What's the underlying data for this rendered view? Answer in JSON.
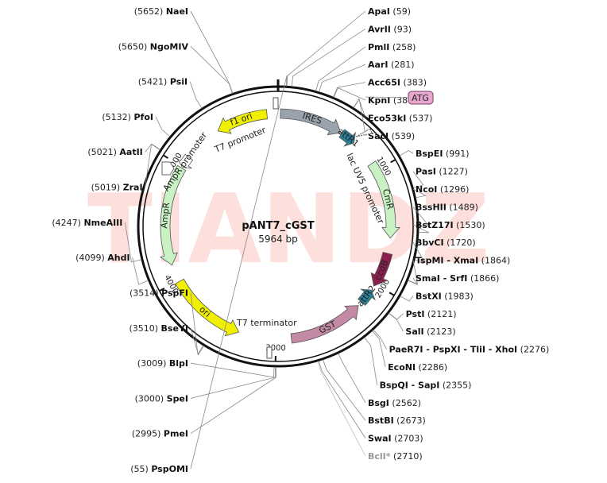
{
  "map": {
    "name": "pANT7_cGST",
    "length": "5964 bp",
    "total_bp": 5964,
    "watermark": "TIANDZ"
  },
  "ticks": [
    {
      "pos": 1000,
      "label": "1000"
    },
    {
      "pos": 2000,
      "label": "2000"
    },
    {
      "pos": 3000,
      "label": "3000"
    },
    {
      "pos": 4000,
      "label": "4000"
    },
    {
      "pos": 5000,
      "label": "5000"
    }
  ],
  "features": [
    {
      "name": "IRES",
      "label": "IRES",
      "start": 20,
      "end": 560,
      "dir": 1,
      "r": 142,
      "color": "#9aa3ad"
    },
    {
      "name": "attR1",
      "label": "attR1",
      "start": 570,
      "end": 700,
      "dir": 1,
      "r": 142,
      "color": "#2b7f96"
    },
    {
      "name": "CmR",
      "label": "CmR",
      "start": 930,
      "end": 1590,
      "dir": 1,
      "r": 142,
      "color": "#c9f2c4"
    },
    {
      "name": "ccdB",
      "label": "ccdB",
      "start": 1720,
      "end": 2020,
      "dir": 1,
      "r": 142,
      "color": "#8b1f4e"
    },
    {
      "name": "attR2",
      "label": "attR2",
      "start": 2060,
      "end": 2190,
      "dir": -1,
      "r": 142,
      "color": "#2b7f96"
    },
    {
      "name": "GST",
      "label": "GST",
      "start": 2230,
      "end": 2870,
      "dir": -1,
      "r": 142,
      "color": "#c48aa5"
    },
    {
      "name": "ori",
      "label": "ori",
      "start": 3320,
      "end": 3990,
      "dir": -1,
      "r": 142,
      "color": "#f0f000"
    },
    {
      "name": "AmpR",
      "label": "AmpR",
      "start": 4140,
      "end": 4990,
      "dir": -1,
      "r": 142,
      "color": "#c9f2c4"
    },
    {
      "name": "AmpR promoter",
      "label": "AmpR promoter",
      "start": 5000,
      "end": 5100,
      "dir": -1,
      "r": 142,
      "color": "#ffffff"
    },
    {
      "name": "f1 ori",
      "label": "f1 ori",
      "start": 5430,
      "end": 5870,
      "dir": -1,
      "r": 142,
      "color": "#f0f000"
    }
  ],
  "feature_text": [
    {
      "name": "T7 promoter",
      "text": "T7 promoter"
    },
    {
      "name": "lac UV5 promoter",
      "text": "lac UV5 promoter"
    },
    {
      "name": "T7 terminator",
      "text": "T7 terminator"
    },
    {
      "name": "ATG",
      "text": "ATG"
    }
  ],
  "sites": [
    {
      "name": "PspOMI",
      "pos": "(55)",
      "side": "left",
      "bp": 55
    },
    {
      "name": "ApaI",
      "pos": "(59)",
      "side": "right",
      "bp": 59
    },
    {
      "name": "AvrII",
      "pos": "(93)",
      "side": "right",
      "bp": 93
    },
    {
      "name": "PmlI",
      "pos": "(258)",
      "side": "right",
      "bp": 258
    },
    {
      "name": "AarI",
      "pos": "(281)",
      "side": "right",
      "bp": 281
    },
    {
      "name": "Acc65I",
      "pos": "(383)",
      "side": "right",
      "bp": 383
    },
    {
      "name": "KpnI",
      "pos": "(387)",
      "side": "right",
      "bp": 387
    },
    {
      "name": "Eco53kI",
      "pos": "(537)",
      "side": "right",
      "bp": 537
    },
    {
      "name": "SacI",
      "pos": "(539)",
      "side": "right",
      "bp": 539
    },
    {
      "name": "BspEI",
      "pos": "(991)",
      "side": "right",
      "bp": 991
    },
    {
      "name": "PasI",
      "pos": "(1227)",
      "side": "right",
      "bp": 1227
    },
    {
      "name": "NcoI",
      "pos": "(1296)",
      "side": "right",
      "bp": 1296
    },
    {
      "name": "BssHII",
      "pos": "(1489)",
      "side": "right",
      "bp": 1489
    },
    {
      "name": "BstZ17I",
      "pos": "(1530)",
      "side": "right",
      "bp": 1530
    },
    {
      "name": "BbvCI",
      "pos": "(1720)",
      "side": "right",
      "bp": 1720
    },
    {
      "name": "TspMI - XmaI",
      "pos": "(1864)",
      "side": "right",
      "bp": 1864
    },
    {
      "name": "SmaI - SrfI",
      "pos": "(1866)",
      "side": "right",
      "bp": 1866
    },
    {
      "name": "BstXI",
      "pos": "(1983)",
      "side": "right",
      "bp": 1983
    },
    {
      "name": "PstI",
      "pos": "(2121)",
      "side": "right",
      "bp": 2121
    },
    {
      "name": "SalI",
      "pos": "(2123)",
      "side": "right",
      "bp": 2123
    },
    {
      "name": "PaeR7I - PspXI - TliI - XhoI",
      "pos": "(2276)",
      "side": "right",
      "bp": 2276
    },
    {
      "name": "EcoNI",
      "pos": "(2286)",
      "side": "right",
      "bp": 2286
    },
    {
      "name": "BspQI - SapI",
      "pos": "(2355)",
      "side": "right",
      "bp": 2355
    },
    {
      "name": "BsgI",
      "pos": "(2562)",
      "side": "right",
      "bp": 2562
    },
    {
      "name": "BstBI",
      "pos": "(2673)",
      "side": "right",
      "bp": 2673
    },
    {
      "name": "SwaI",
      "pos": "(2703)",
      "side": "right",
      "bp": 2703
    },
    {
      "name": "BclI*",
      "pos": "(2710)",
      "side": "right",
      "bp": 2710,
      "muted": true
    },
    {
      "name": "BlpI",
      "pos": "(3009)",
      "side": "left",
      "bp": 3009
    },
    {
      "name": "SpeI",
      "pos": "(3000)",
      "side": "left",
      "bp": 3000
    },
    {
      "name": "PmeI",
      "pos": "(2995)",
      "side": "left",
      "bp": 2995
    },
    {
      "name": "PspFI",
      "pos": "(3514)",
      "side": "left",
      "bp": 3514
    },
    {
      "name": "BseYI",
      "pos": "(3510)",
      "side": "left",
      "bp": 3510
    },
    {
      "name": "AhdI",
      "pos": "(4099)",
      "side": "left",
      "bp": 4099
    },
    {
      "name": "NmeAIII",
      "pos": "(4247)",
      "side": "left",
      "bp": 4247
    },
    {
      "name": "ZraI",
      "pos": "(5019)",
      "side": "left",
      "bp": 5019
    },
    {
      "name": "AatII",
      "pos": "(5021)",
      "side": "left",
      "bp": 5021
    },
    {
      "name": "PfoI",
      "pos": "(5132)",
      "side": "left",
      "bp": 5132
    },
    {
      "name": "PsiI",
      "pos": "(5421)",
      "side": "left",
      "bp": 5421
    },
    {
      "name": "NgoMIV",
      "pos": "(5650)",
      "side": "left",
      "bp": 5650
    },
    {
      "name": "NaeI",
      "pos": "(5652)",
      "side": "left",
      "bp": 5652
    }
  ]
}
